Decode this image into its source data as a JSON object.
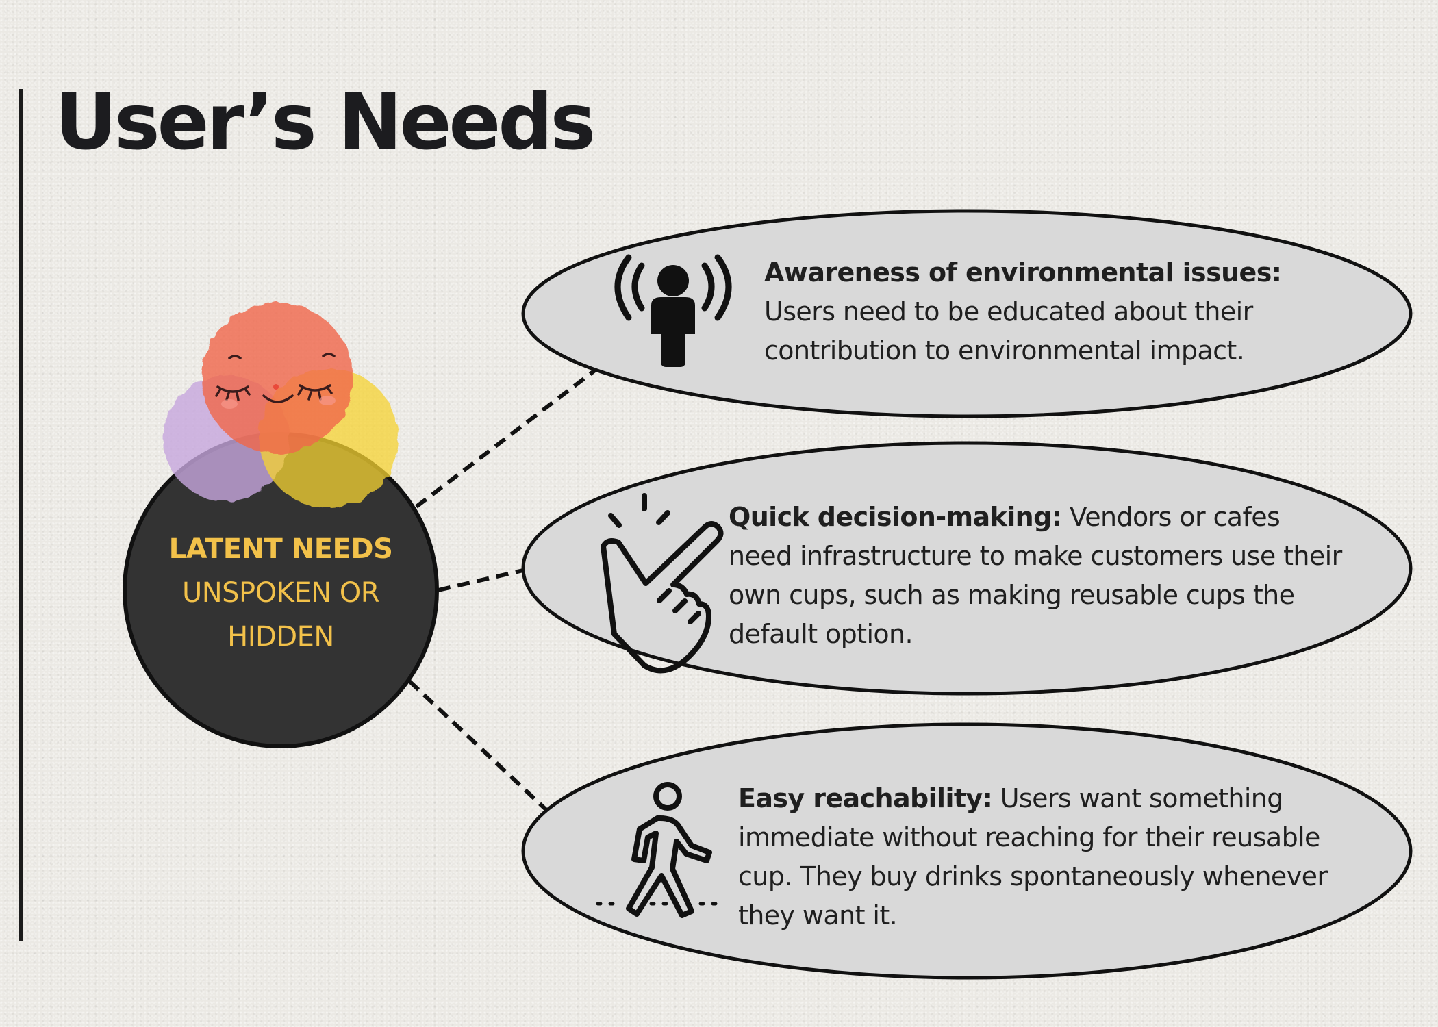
{
  "title": "User’s Needs",
  "center": {
    "label_bold": "LATENT NEEDS",
    "label_line2": "UNSPOKEN OR",
    "label_line3": "HIDDEN"
  },
  "needs": [
    {
      "heading": "Awareness of environmental issues:",
      "body": " Users need to be educated about their contribution to environmental impact.",
      "icon": "broadcasting-person-icon"
    },
    {
      "heading": "Quick decision-making:",
      "body": " Vendors or cafes need infrastructure to make customers use their own cups, such as making reusable cups the default option.",
      "icon": "tap-hand-icon"
    },
    {
      "heading": "Easy reachability:",
      "body": " Users want something immediate without reaching for their reusable cup. They buy drinks spontaneously whenever they want it.",
      "icon": "walking-person-icon"
    }
  ],
  "colors": {
    "background": "#ebe9e4",
    "title": "#1c1c1f",
    "center_circle": "#333333",
    "center_text": "#f2c14a",
    "ellipse_fill": "#d9d9d9",
    "outline": "#111111",
    "blob_red": "#f0664a",
    "blob_purple": "#c7a6dd",
    "blob_yellow": "#f6d330"
  }
}
